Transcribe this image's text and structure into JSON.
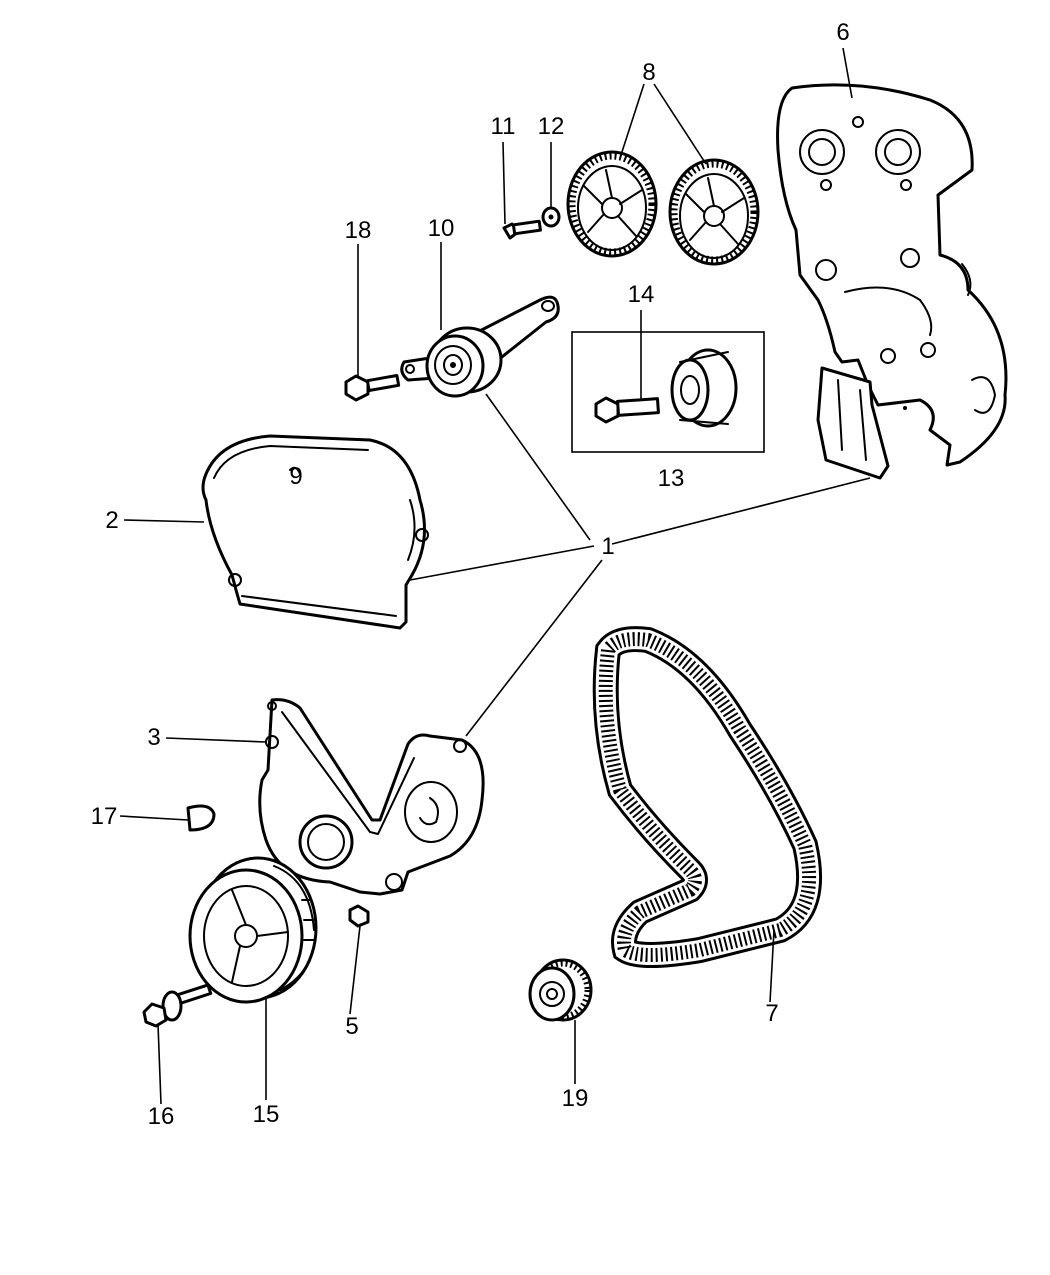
{
  "callouts": {
    "c1": "1",
    "c2": "2",
    "c3": "3",
    "c5": "5",
    "c6": "6",
    "c7": "7",
    "c8": "8",
    "c9": "9",
    "c10": "10",
    "c11": "11",
    "c12": "12",
    "c13": "13",
    "c14": "14",
    "c15": "15",
    "c16": "16",
    "c17": "17",
    "c18": "18",
    "c19": "19"
  }
}
